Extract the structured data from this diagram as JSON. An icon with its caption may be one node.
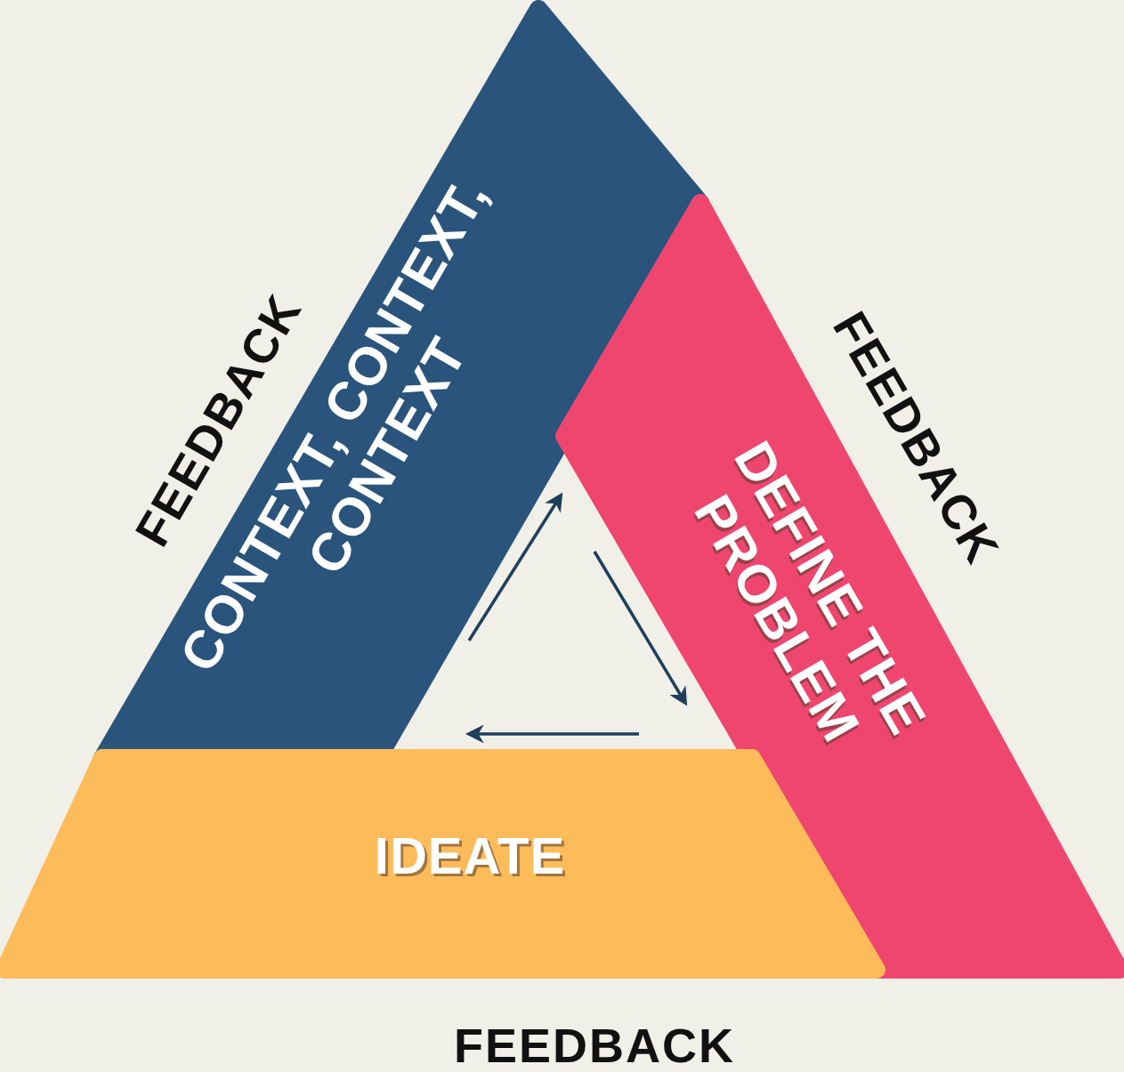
{
  "diagram": {
    "nodes": [
      {
        "text": [
          "CONTEXT, CONTEXT, CONTEXT"
        ]
      },
      {
        "text": [
          "DEFINE THE PROBLEM"
        ]
      },
      {
        "text": [
          "IDEATE"
        ]
      }
    ],
    "labels": [
      "FEEDBACK",
      "FEEDBACK",
      "FEEDBACK"
    ]
  }
}
